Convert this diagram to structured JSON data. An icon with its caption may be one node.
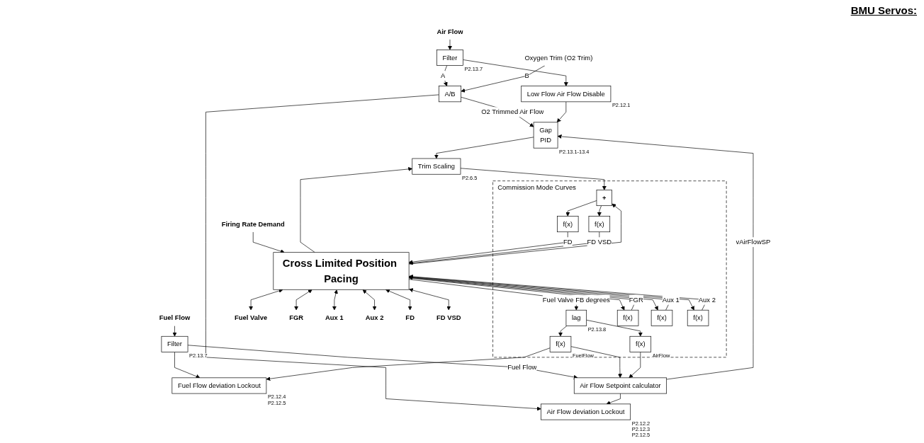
{
  "diagram": {
    "nodes": [
      {
        "text": [
          "Air Flow"
        ]
      },
      {
        "text": [
          "Filter"
        ],
        "beside": [
          "P2.13.7"
        ]
      },
      {
        "text": [
          "Fuel Flow"
        ]
      },
      {
        "text": [
          "Filter"
        ],
        "beside": [
          "P2.13.7"
        ]
      },
      {
        "text": [
          "A/B"
        ]
      },
      {
        "text": [
          "Oxygen Trim (O2 Trim)"
        ]
      },
      {
        "text": [
          "Fuel Flow deviation Lockout"
        ],
        "beside": [
          "P2.12.4",
          "P2.12.5"
        ]
      },
      {
        "text": [
          "Low Flow Air Flow Disable"
        ],
        "beside": [
          "P2.12.1"
        ]
      },
      {
        "text": [
          "Air Flow deviation Lockout"
        ],
        "beside": [
          "P2.12.2",
          "P2.12.3",
          "P2.12.5"
        ]
      },
      {
        "text": [
          "Air Flow Setpoint calculator"
        ]
      },
      {
        "text": [
          "Gap",
          "PID"
        ],
        "beside": [
          "P2.13.1-13.4"
        ]
      },
      {
        "text": [
          "Trim Scaling"
        ],
        "beside": [
          "P2.6.5"
        ]
      },
      {
        "text": [
          "Commission Mode Curves"
        ]
      },
      {
        "text": [
          "f(x)"
        ],
        "beside": [
          "FuelFlow"
        ],
        "in": 12
      },
      {
        "text": [
          "f(x)"
        ],
        "beside": [
          "AirFlow"
        ],
        "in": 12
      },
      {
        "text": [
          "lag"
        ],
        "beside": [
          "P2.13.8"
        ],
        "in": 12
      },
      {
        "text": [
          "f(x)"
        ],
        "in": 12
      },
      {
        "text": [
          "f(x)"
        ],
        "in": 12
      },
      {
        "text": [
          "f(x)"
        ],
        "in": 12
      },
      {
        "text": [
          "+"
        ],
        "in": 12
      },
      {
        "text": [
          "f(x)"
        ],
        "in": 12
      },
      {
        "text": [
          "f(x)"
        ],
        "in": 12
      },
      {
        "text": [
          "Firing Rate Demand"
        ]
      },
      {
        "text": [
          "Cross Limited Position Pacing"
        ]
      },
      {
        "text": [
          "Fuel Valve"
        ]
      },
      {
        "text": [
          "FGR"
        ]
      },
      {
        "text": [
          "Aux 1"
        ]
      },
      {
        "text": [
          "Aux 2"
        ]
      },
      {
        "text": [
          "FD"
        ]
      },
      {
        "text": [
          "FD VSD"
        ]
      }
    ],
    "edges": [
      {
        "from": 0,
        "to": 1,
        "arrow": "to"
      },
      {
        "from": 1,
        "to": 4,
        "arrow": "to",
        "label": "A"
      },
      {
        "from": 1,
        "to": 7,
        "arrow": "to"
      },
      {
        "from": 5,
        "to": 4,
        "arrow": "to",
        "label": "B"
      },
      {
        "from": 4,
        "to": 10,
        "arrow": "to",
        "label": "O2 Trimmed Air Flow"
      },
      {
        "from": 4,
        "to": 8,
        "arrow": "to"
      },
      {
        "from": 7,
        "to": 10,
        "arrow": "to"
      },
      {
        "from": 2,
        "to": 3,
        "arrow": "to"
      },
      {
        "from": 3,
        "to": 9,
        "arrow": "to",
        "label": "Fuel Flow"
      },
      {
        "from": 3,
        "to": 6,
        "arrow": "to"
      },
      {
        "from": 9,
        "to": 10,
        "arrow": "to",
        "label": "vAirFlowSP"
      },
      {
        "from": 9,
        "to": 8,
        "arrow": "to"
      },
      {
        "from": 13,
        "to": 9,
        "arrow": "to"
      },
      {
        "from": 13,
        "to": 6,
        "arrow": "to"
      },
      {
        "from": 14,
        "to": 9,
        "arrow": "to"
      },
      {
        "from": 15,
        "to": 13,
        "arrow": "to"
      },
      {
        "from": 15,
        "to": 14,
        "arrow": "to"
      },
      {
        "from": 23,
        "to": 15,
        "arrow": "to",
        "label": "Fuel Valve FB degrees"
      },
      {
        "from": 23,
        "to": 16,
        "arrow": "to"
      },
      {
        "from": 23,
        "to": 17,
        "arrow": "to"
      },
      {
        "from": 23,
        "to": 18,
        "arrow": "to"
      },
      {
        "from": 23,
        "to": 19,
        "arrow": "to"
      },
      {
        "from": 23,
        "to": 11,
        "arrow": "to"
      },
      {
        "from": 10,
        "to": 11,
        "arrow": "to"
      },
      {
        "from": 11,
        "to": 19,
        "arrow": "to"
      },
      {
        "from": 19,
        "to": 20,
        "arrow": "to"
      },
      {
        "from": 19,
        "to": 21,
        "arrow": "to"
      },
      {
        "from": 16,
        "to": 23,
        "arrow": "to",
        "label": "FGR"
      },
      {
        "from": 17,
        "to": 23,
        "arrow": "to",
        "label": "Aux 1"
      },
      {
        "from": 18,
        "to": 23,
        "arrow": "to",
        "label": "Aux 2"
      },
      {
        "from": 20,
        "to": 23,
        "arrow": "to",
        "label": "FD"
      },
      {
        "from": 21,
        "to": 23,
        "arrow": "to",
        "label": "FD VSD"
      },
      {
        "from": 22,
        "to": 23,
        "arrow": "to"
      },
      {
        "from": 23,
        "to": 24,
        "arrow": "both"
      },
      {
        "from": 23,
        "to": 25,
        "arrow": "both"
      },
      {
        "from": 23,
        "to": 26,
        "arrow": "both"
      },
      {
        "from": 23,
        "to": 27,
        "arrow": "both"
      },
      {
        "from": 23,
        "to": 28,
        "arrow": "both"
      },
      {
        "from": 23,
        "to": 29,
        "arrow": "both"
      }
    ],
    "labels": [
      "BMU Servos:"
    ]
  }
}
